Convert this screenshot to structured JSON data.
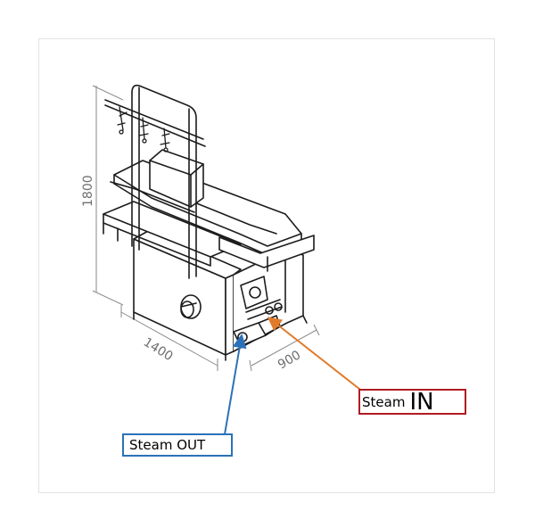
{
  "dimensions": {
    "height": "1800",
    "length": "1400",
    "width": "900"
  },
  "labels": {
    "steam_in": {
      "word1": "Steam",
      "word2": "IN"
    },
    "steam_out": "Steam OUT"
  },
  "colors": {
    "steam_in_arrow": "#e07b2c",
    "steam_in_box": "#b01b22",
    "steam_out_arrow": "#2b72b8",
    "steam_out_box": "#2b72b8",
    "drawing_line": "#1c1c1c",
    "dimension_line": "#8a8a8a"
  }
}
